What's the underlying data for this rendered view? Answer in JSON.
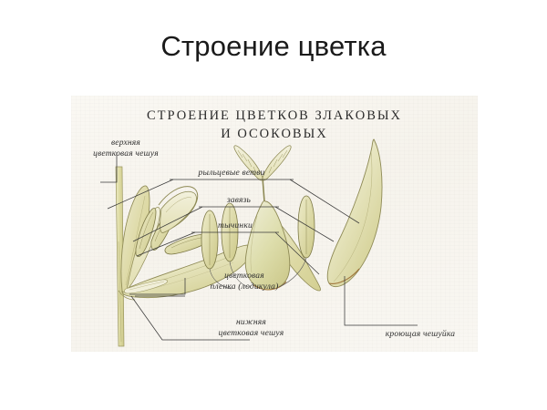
{
  "slide": {
    "title": "Строение цветка",
    "background_color": "#ffffff"
  },
  "figure": {
    "background_color": "#f8f6f1",
    "heading_line1": "СТРОЕНИЕ  ЦВЕТКОВ  ЗЛАКОВЫХ",
    "heading_line2": "И  ОСОКОВЫХ",
    "ink_color": "#2e2e2e",
    "petal_fill": "#e3e0b4",
    "petal_fill_light": "#eeebc8",
    "stem_fill": "#dcdba6",
    "labels": {
      "upper_glume_line1": "верхняя",
      "upper_glume_line2": "цветковая чешуя",
      "stigma_branches": "рыльцевые ветви",
      "ovary": "завязь",
      "stamens": "тычинки",
      "lodicule_line1": "цветковая",
      "lodicule_line2": "пленка (лодикула)",
      "lower_glume_line1": "нижняя",
      "lower_glume_line2": "цветковая чешуя",
      "bract_scale": "кроющая чешуйка"
    }
  }
}
